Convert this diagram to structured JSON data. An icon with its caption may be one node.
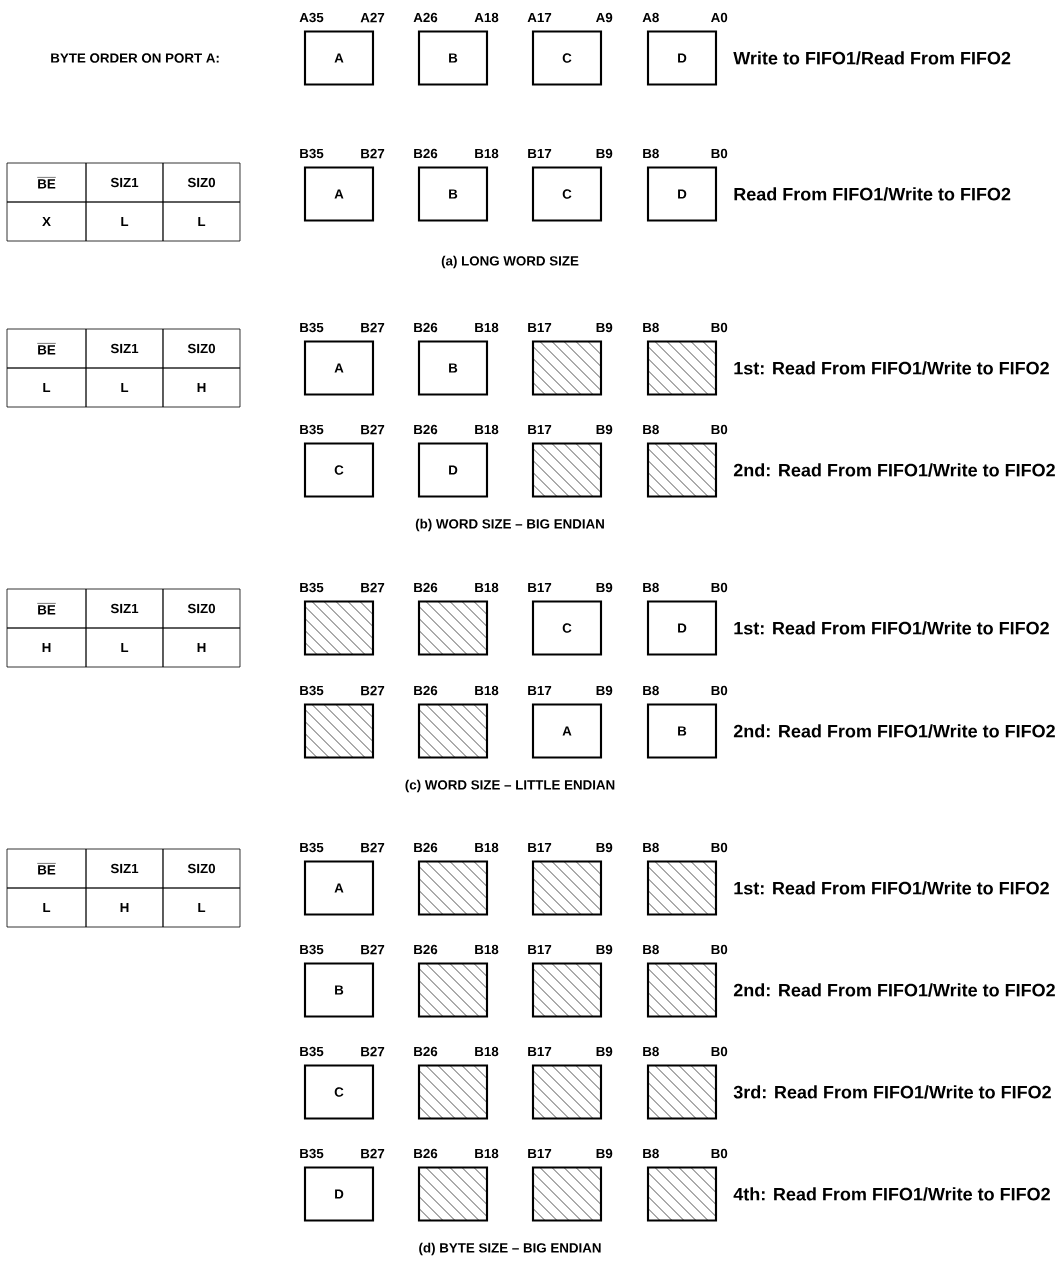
{
  "diagram": {
    "nodes": [
      {
        "text": [
          "A"
        ],
        "beside": [
          "A35",
          "A27"
        ]
      },
      {
        "text": [
          "B"
        ],
        "beside": [
          "A26",
          "A18"
        ]
      },
      {
        "text": [
          "C"
        ],
        "beside": [
          "A17",
          "A9"
        ]
      },
      {
        "text": [
          "D"
        ],
        "beside": [
          "A8",
          "A0"
        ]
      },
      {
        "text": [
          "A"
        ],
        "beside": [
          "B35",
          "B27"
        ]
      },
      {
        "text": [
          "B"
        ],
        "beside": [
          "B26",
          "B18"
        ]
      },
      {
        "text": [
          "C"
        ],
        "beside": [
          "B17",
          "B9"
        ]
      },
      {
        "text": [
          "D"
        ],
        "beside": [
          "B8",
          "B0"
        ]
      },
      {
        "text": [
          "A"
        ],
        "beside": [
          "B35",
          "B27"
        ]
      },
      {
        "text": [
          "B"
        ],
        "beside": [
          "B26",
          "B18"
        ]
      },
      {
        "text": [],
        "shape": "box",
        "beside": [
          "B17",
          "B9"
        ]
      },
      {
        "text": [],
        "shape": "box",
        "beside": [
          "B8",
          "B0"
        ]
      },
      {
        "text": [
          "C"
        ],
        "beside": [
          "B35",
          "B27"
        ]
      },
      {
        "text": [
          "D"
        ],
        "beside": [
          "B26",
          "B18"
        ]
      },
      {
        "text": [],
        "shape": "box",
        "beside": [
          "B17",
          "B9"
        ]
      },
      {
        "text": [],
        "shape": "box",
        "beside": [
          "B8",
          "B0"
        ]
      },
      {
        "text": [],
        "shape": "box",
        "beside": [
          "B35",
          "B27"
        ]
      },
      {
        "text": [],
        "shape": "box",
        "beside": [
          "B26",
          "B18"
        ]
      },
      {
        "text": [
          "C"
        ],
        "beside": [
          "B17",
          "B9"
        ]
      },
      {
        "text": [
          "D"
        ],
        "beside": [
          "B8",
          "B0"
        ]
      },
      {
        "text": [],
        "shape": "box",
        "beside": [
          "B35",
          "B27"
        ]
      },
      {
        "text": [],
        "shape": "box",
        "beside": [
          "B26",
          "B18"
        ]
      },
      {
        "text": [
          "A"
        ],
        "beside": [
          "B17",
          "B9"
        ]
      },
      {
        "text": [
          "B"
        ],
        "beside": [
          "B8",
          "B0"
        ]
      },
      {
        "text": [
          "A"
        ],
        "beside": [
          "B35",
          "B27"
        ]
      },
      {
        "text": [],
        "shape": "box",
        "beside": [
          "B26",
          "B18"
        ]
      },
      {
        "text": [],
        "shape": "box",
        "beside": [
          "B17",
          "B9"
        ]
      },
      {
        "text": [],
        "shape": "box",
        "beside": [
          "B8",
          "B0"
        ]
      },
      {
        "text": [
          "B"
        ],
        "beside": [
          "B35",
          "B27"
        ]
      },
      {
        "text": [],
        "shape": "box",
        "beside": [
          "B26",
          "B18"
        ]
      },
      {
        "text": [],
        "shape": "box",
        "beside": [
          "B17",
          "B9"
        ]
      },
      {
        "text": [],
        "shape": "box",
        "beside": [
          "B8",
          "B0"
        ]
      },
      {
        "text": [
          "C"
        ],
        "beside": [
          "B35",
          "B27"
        ]
      },
      {
        "text": [],
        "shape": "box",
        "beside": [
          "B26",
          "B18"
        ]
      },
      {
        "text": [],
        "shape": "box",
        "beside": [
          "B17",
          "B9"
        ]
      },
      {
        "text": [],
        "shape": "box",
        "beside": [
          "B8",
          "B0"
        ]
      },
      {
        "text": [
          "D"
        ],
        "beside": [
          "B35",
          "B27"
        ]
      },
      {
        "text": [],
        "shape": "box",
        "beside": [
          "B26",
          "B18"
        ]
      },
      {
        "text": [],
        "shape": "box",
        "beside": [
          "B17",
          "B9"
        ]
      },
      {
        "text": [],
        "shape": "box",
        "beside": [
          "B8",
          "B0"
        ]
      }
    ],
    "labels": [
      "BYTE ORDER ON PORT A:",
      "Write to FIFO1/Read From FIFO2",
      "BE",
      "SIZ1",
      "SIZ0",
      "X",
      "L",
      "L",
      "Read From FIFO1/Write to FIFO2",
      "(a) LONG WORD SIZE",
      "BE",
      "SIZ1",
      "SIZ0",
      "L",
      "L",
      "H",
      "1st: Read From FIFO1/Write to FIFO2",
      "2nd: Read From FIFO1/Write to FIFO2",
      "(b) WORD SIZE – BIG ENDIAN",
      "BE",
      "SIZ1",
      "SIZ0",
      "H",
      "L",
      "H",
      "1st: Read From FIFO1/Write to FIFO2",
      "2nd: Read From FIFO1/Write to FIFO2",
      "(c) WORD SIZE – LITTLE ENDIAN",
      "BE",
      "SIZ1",
      "SIZ0",
      "L",
      "H",
      "L",
      "1st: Read From FIFO1/Write to FIFO2",
      "2nd: Read From FIFO1/Write to FIFO2",
      "3rd: Read From FIFO1/Write to FIFO2",
      "4th: Read From FIFO1/Write to FIFO2",
      "(d) BYTE SIZE – BIG ENDIAN"
    ]
  }
}
